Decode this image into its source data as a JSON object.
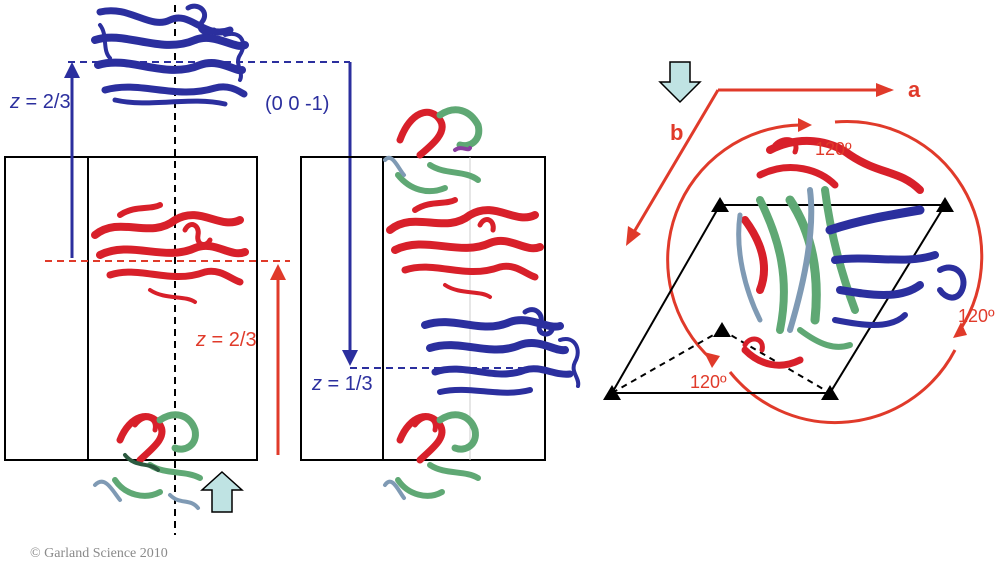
{
  "labels": {
    "z_blue_var": "z",
    "z_blue_eq": " = 2/3",
    "miller": "(0 0 -1)",
    "z_red_var": "z",
    "z_red_eq": " = 2/3",
    "z_mid_var": "z",
    "z_mid_eq": " = 1/3",
    "axis_a": "a",
    "axis_b": "b",
    "angle_top": "120º",
    "angle_right": "120º",
    "angle_bottom": "120º"
  },
  "copyright": "© Garland Science 2010",
  "colors": {
    "blue": "#2b2f9e",
    "red": "#e03a2a",
    "protein_red": "#d8202a",
    "green": "#5fa874",
    "steel": "#7f9ab4",
    "arrow_fill": "#bfe3e3",
    "black": "#000000",
    "copyright_gray": "#8a8a8a"
  },
  "icons": {
    "up_arrow": "block-arrow-up-icon",
    "down_arrow": "block-arrow-down-icon",
    "rotation_axis": "triangle-marker-icon"
  }
}
